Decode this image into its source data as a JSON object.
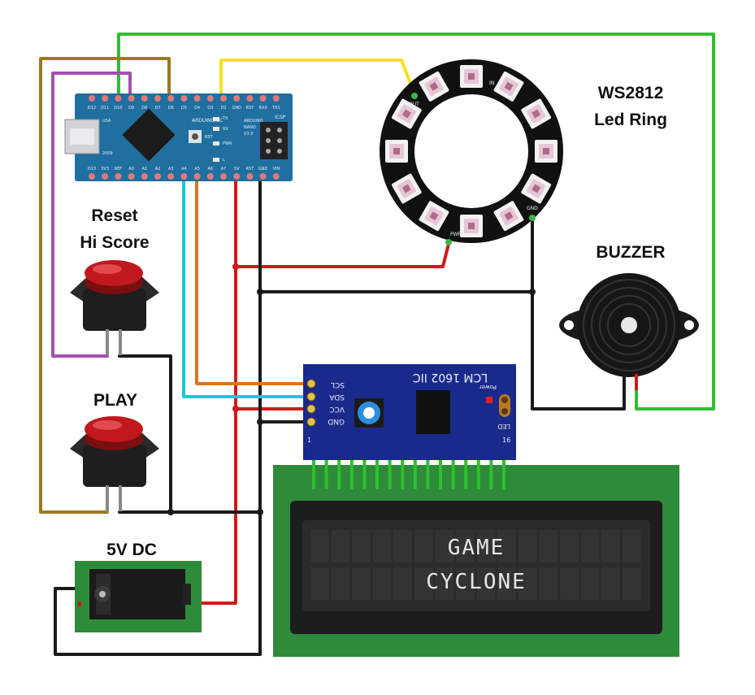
{
  "labels": {
    "ring_title": "WS2812",
    "ring_title2": "Led Ring",
    "buzzer": "BUZZER",
    "reset1": "Reset",
    "reset2": "Hi Score",
    "play": "PLAY",
    "power": "5V DC"
  },
  "lcd": {
    "line1": "GAME",
    "line2": "CYCLONE"
  },
  "i2c": {
    "title": "LCM 1602 IIC",
    "pins": [
      "SCL",
      "SDA",
      "VCC",
      "GND"
    ],
    "power_label": "Power",
    "led_label": "LED",
    "pin_first": "1",
    "pin_last": "16"
  },
  "arduino": {
    "top_pins": [
      "D12",
      "D11",
      "D10",
      "D9",
      "D8",
      "D7",
      "D6",
      "D5",
      "D4",
      "D3",
      "D2",
      "GND",
      "RST",
      "RX0",
      "TX1"
    ],
    "bottom_pins": [
      "D13",
      "3V3",
      "REF",
      "A0",
      "A1",
      "A2",
      "A3",
      "A4",
      "A5",
      "A6",
      "A7",
      "5V",
      "RST",
      "GND",
      "VIN"
    ],
    "brand": "ARDUINO.CC",
    "model": [
      "ARDUINO",
      "NANO",
      "V3.0"
    ],
    "icsp": "ICSP",
    "usa": "USA",
    "year": "2009",
    "side_leds": [
      "TX",
      "RX",
      "PWR",
      "L"
    ],
    "rst": "RST"
  },
  "ring": {
    "pins": [
      "OUT",
      "IN",
      "GND",
      "PWR"
    ]
  },
  "colors": {
    "wire_green": "#2fbf2f",
    "wire_yellow": "#f2e31a",
    "wire_purple": "#a64fb2",
    "wire_brown": "#9c7a1f",
    "wire_red": "#d01a1a",
    "wire_black": "#1a1a1a",
    "wire_cyan": "#1ec8d8",
    "wire_orange": "#e0731a",
    "board_blue": "#1f6fa0",
    "pcb_green": "#2e8b3a",
    "i2c_blue": "#1a2a8c"
  }
}
